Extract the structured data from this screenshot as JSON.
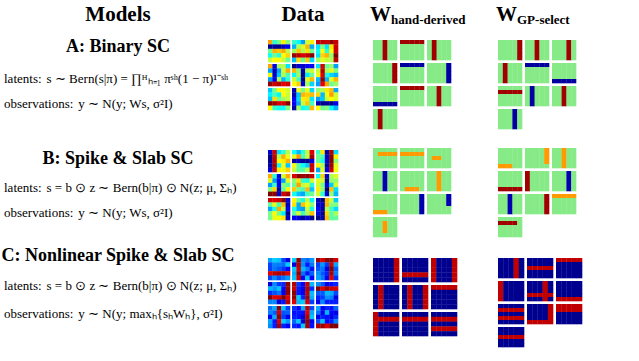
{
  "diagram": {
    "labels": [
      "Models",
      "Data",
      "W",
      "hand-derived",
      "W",
      "GP-select",
      "A: Binary SC",
      "latents:",
      "s ∼ Bern(s|π) = ∏ᴴₕ₌₁ πˢʰ(1 − π)¹⁻ˢʰ",
      "observations:",
      "y ∼ N(y; Ws, σ²I)",
      "B: Spike & Slab SC",
      "latents:",
      "s = b ⊙ z ∼ Bern(b|π) ⊙ N(z; μ, Σₕ)",
      "observations:",
      "y ∼ N(y; Ws, σ²I)",
      "C: Nonlinear Spike & Slab SC",
      "latents:",
      "s = b ⊙ z ∼ Bern(b|π) ⊙ N(z; μ, Σₕ)",
      "observations:",
      "y ∼ N(y; maxₕ{sₕWₕ}, σ²I)"
    ]
  }
}
